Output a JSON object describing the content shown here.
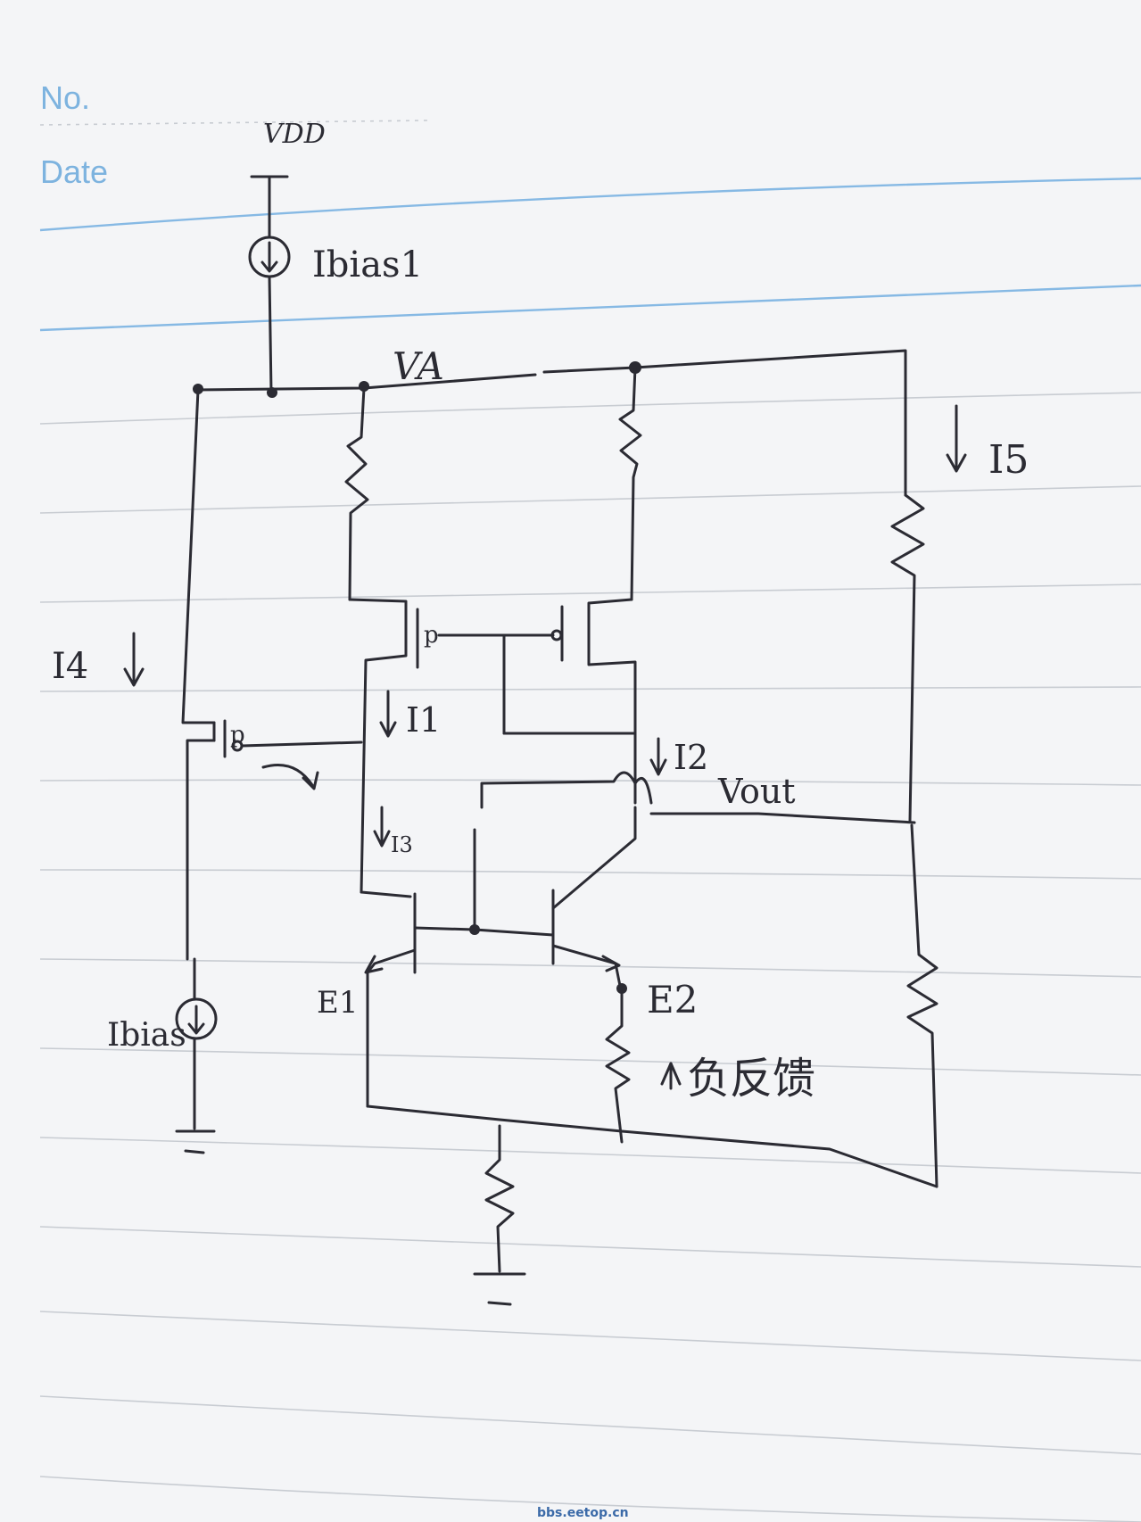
{
  "header": {
    "no_label": "No.",
    "date_label": "Date"
  },
  "labels": {
    "vdd": "VDD",
    "ibias1": "Ibias1",
    "va": "VA",
    "i5": "I5",
    "i4": "I4",
    "p_left": "p",
    "p_mid_left": "p",
    "i1": "I1",
    "i2": "I2",
    "vout": "Vout",
    "i3": "I3",
    "e1": "E1",
    "e2": "E2",
    "ibias": "Ibias",
    "feedback": "负反馈"
  },
  "watermark": "bbs.eetop.cn",
  "colors": {
    "ink": "#2b2b33",
    "paper": "#f4f5f7",
    "ruling": "#c8ccd2",
    "blue_ruling": "#86b9e4",
    "print": "#7db3df"
  }
}
